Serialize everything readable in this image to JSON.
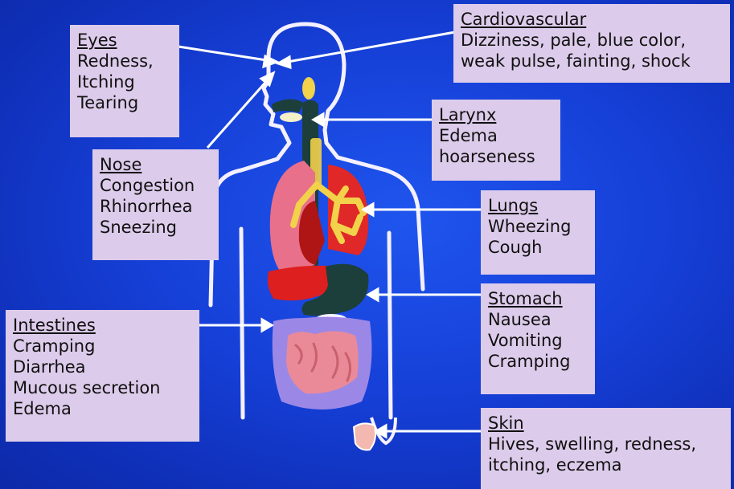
{
  "labels": {
    "cardiovascular": {
      "title": "Cardiovascular",
      "lines": [
        "Dizziness, pale, blue color,",
        "weak pulse, fainting, shock"
      ]
    },
    "eyes": {
      "title": "Eyes",
      "lines": [
        "Redness,",
        "Itching",
        "Tearing"
      ]
    },
    "larynx": {
      "title": "Larynx",
      "lines": [
        "Edema",
        "hoarseness"
      ]
    },
    "nose": {
      "title": "Nose",
      "lines": [
        "Congestion",
        "Rhinorrhea",
        "Sneezing"
      ]
    },
    "lungs": {
      "title": "Lungs",
      "lines": [
        "Wheezing",
        "Cough"
      ]
    },
    "stomach": {
      "title": "Stomach",
      "lines": [
        "Nausea",
        "Vomiting",
        "Cramping"
      ]
    },
    "intestines": {
      "title": "Intestines",
      "lines": [
        "Cramping",
        "Diarrhea",
        "Mucous secretion",
        "Edema"
      ]
    },
    "skin": {
      "title": "Skin",
      "lines": [
        "Hives, swelling, redness,",
        "itching, eczema"
      ]
    }
  },
  "colors": {
    "background": "#1640d8",
    "label_box": "#dccbea",
    "outline": "#f4f0ff",
    "lungs": "#e8708a",
    "heart_liver": "#dd1f1f",
    "stomach": "#1d3f3b",
    "bronchi": "#f2d24a",
    "intestine": "#9b88e6",
    "small_intestine": "#ea8a98"
  }
}
